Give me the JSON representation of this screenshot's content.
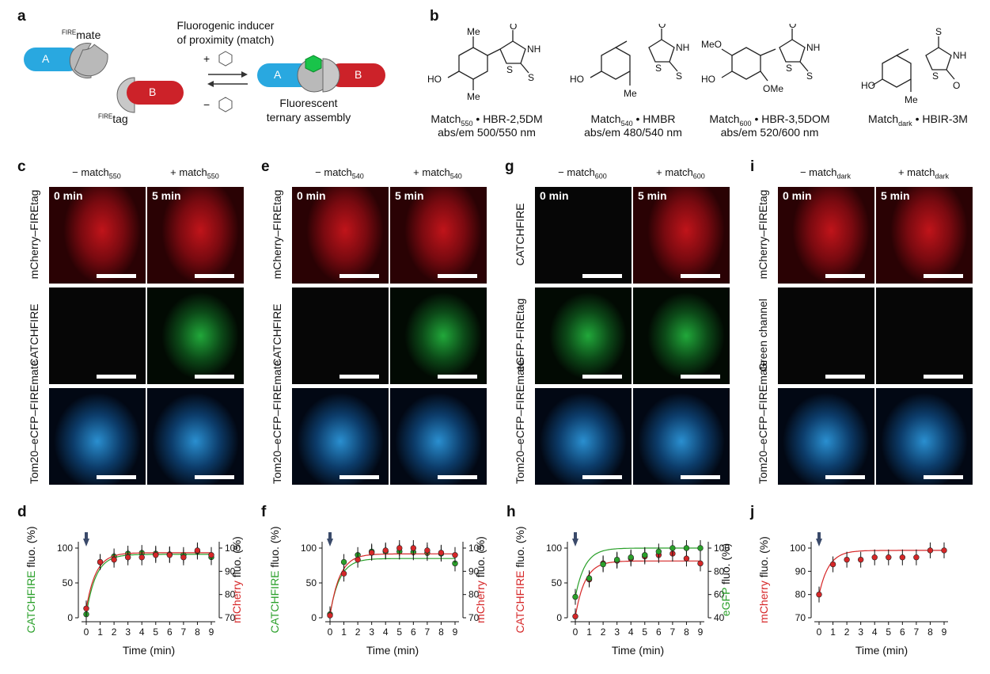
{
  "panel_labels": [
    "a",
    "b",
    "c",
    "d",
    "e",
    "f",
    "g",
    "h",
    "i",
    "j"
  ],
  "schematic": {
    "mate_label": "FIREmate",
    "mate_sup": "FIRE",
    "mate_main": "mate",
    "tag_sup": "FIRE",
    "tag_main": "tag",
    "a_block": "A",
    "b_block": "B",
    "inducer_line1": "Fluorogenic inducer",
    "inducer_line2": "of proximity (match)",
    "plus": "+",
    "minus": "−",
    "assembly_line1": "Fluorescent",
    "assembly_line2": "ternary assembly",
    "colors": {
      "blue": "#29a8e0",
      "red": "#cc2229",
      "gray": "#b9b9b9",
      "green": "#19c44a"
    }
  },
  "compounds": [
    {
      "name": "Match",
      "sub": "550",
      "code": "HBR-2,5DM",
      "absem": "abs/em 500/550 nm"
    },
    {
      "name": "Match",
      "sub": "540",
      "code": "HMBR",
      "absem": "abs/em 480/540 nm"
    },
    {
      "name": "Match",
      "sub": "600",
      "code": "HBR-3,5DOM",
      "absem": "abs/em 520/600 nm"
    },
    {
      "name": "Match",
      "sub": "dark",
      "code": "HBIR-3M",
      "absem": ""
    }
  ],
  "chem_atoms": {
    "me": "Me",
    "o": "O",
    "nh": "NH",
    "s": "S",
    "ho": "HO",
    "meo": "MeO",
    "ome": "OMe",
    "dot": "•"
  },
  "imaging": [
    {
      "label": "c",
      "minus_hdr": "− match",
      "plus_hdr": "+ match",
      "sub": "550",
      "rows": [
        "mCherry–FIREtag",
        "CATCHFIRE",
        "Tom20–eCFP–FIREmate"
      ],
      "colors": [
        "red",
        "green",
        "blue"
      ],
      "t0": "0 min",
      "t5": "5 min"
    },
    {
      "label": "e",
      "minus_hdr": "− match",
      "plus_hdr": "+ match",
      "sub": "540",
      "rows": [
        "mCherry–FIREtag",
        "CATCHFIRE",
        "Tom20–eCFP–FIREmate"
      ],
      "colors": [
        "red",
        "green",
        "blue"
      ],
      "t0": "0 min",
      "t5": "5 min"
    },
    {
      "label": "g",
      "minus_hdr": "− match",
      "plus_hdr": "+ match",
      "sub": "600",
      "rows": [
        "CATCHFIRE",
        "eGFP-FIREtag",
        "Tom20–eCFP–FIREmate"
      ],
      "colors": [
        "red",
        "green",
        "blue"
      ],
      "t0": "0 min",
      "t5": "5 min"
    },
    {
      "label": "i",
      "minus_hdr": "− match",
      "plus_hdr": "+ match",
      "sub": "dark",
      "rows": [
        "mCherry–FIREtag",
        "Green channel",
        "Tom20–eCFP–FIREmate"
      ],
      "colors": [
        "red",
        "green",
        "blue"
      ],
      "t0": "0 min",
      "t5": "5 min"
    }
  ],
  "chart_data": [
    {
      "type": "scatter",
      "panel": "d",
      "xlabel": "Time (min)",
      "ylabel_left": "CATCHFIRE fluo. (%)",
      "ylabel_right": "mCherry fluo. (%)",
      "ylim_left": [
        0,
        100
      ],
      "ylim_right": [
        70,
        100
      ],
      "x": [
        0,
        1,
        2,
        3,
        4,
        5,
        6,
        7,
        8,
        9
      ],
      "series": [
        {
          "name": "CATCHFIRE",
          "color": "#2aa02a",
          "axis": "left",
          "values": [
            5,
            80,
            88,
            92,
            93,
            92,
            91,
            90,
            95,
            87
          ]
        },
        {
          "name": "mCherry",
          "color": "#d62728",
          "axis": "right",
          "values": [
            74,
            94,
            95,
            96,
            96,
            97,
            97,
            96,
            99,
            97
          ]
        }
      ]
    },
    {
      "type": "scatter",
      "panel": "f",
      "xlabel": "Time (min)",
      "ylabel_left": "CATCHFIRE fluo. (%)",
      "ylabel_right": "mCherry fluo. (%)",
      "ylim_left": [
        0,
        100
      ],
      "ylim_right": [
        70,
        100
      ],
      "x": [
        0,
        1,
        2,
        3,
        4,
        5,
        6,
        7,
        8,
        9
      ],
      "series": [
        {
          "name": "CATCHFIRE",
          "color": "#2aa02a",
          "axis": "left",
          "values": [
            5,
            80,
            90,
            95,
            95,
            95,
            94,
            93,
            92,
            78
          ]
        },
        {
          "name": "mCherry",
          "color": "#d62728",
          "axis": "right",
          "values": [
            71,
            89,
            95,
            98,
            99,
            100,
            100,
            99,
            98,
            97
          ]
        }
      ]
    },
    {
      "type": "scatter",
      "panel": "h",
      "xlabel": "Time (min)",
      "ylabel_left": "CATCHFIRE fluo. (%)",
      "ylabel_right": "eGFP fluo. (%)",
      "ylim_left": [
        0,
        100
      ],
      "ylim_right": [
        40,
        100
      ],
      "x": [
        0,
        1,
        2,
        3,
        4,
        5,
        6,
        7,
        8,
        9
      ],
      "series": [
        {
          "name": "CATCHFIRE",
          "color": "#d62728",
          "axis": "left",
          "values": [
            2,
            55,
            78,
            82,
            85,
            88,
            90,
            92,
            85,
            78
          ]
        },
        {
          "name": "eGFP",
          "color": "#2aa02a",
          "axis": "right",
          "values": [
            58,
            74,
            86,
            90,
            92,
            94,
            97,
            100,
            100,
            100
          ]
        }
      ]
    },
    {
      "type": "scatter",
      "panel": "j",
      "xlabel": "Time (min)",
      "ylabel_left": "mCherry fluo. (%)",
      "ylim_left": [
        70,
        100
      ],
      "x": [
        0,
        1,
        2,
        3,
        4,
        5,
        6,
        7,
        8,
        9
      ],
      "series": [
        {
          "name": "mCherry",
          "color": "#d62728",
          "axis": "left",
          "values": [
            80,
            93,
            95,
            95,
            96,
            96,
            96,
            96,
            99,
            99
          ]
        }
      ]
    }
  ],
  "fluo_word": "fluo.",
  "pct_word": "(%)"
}
